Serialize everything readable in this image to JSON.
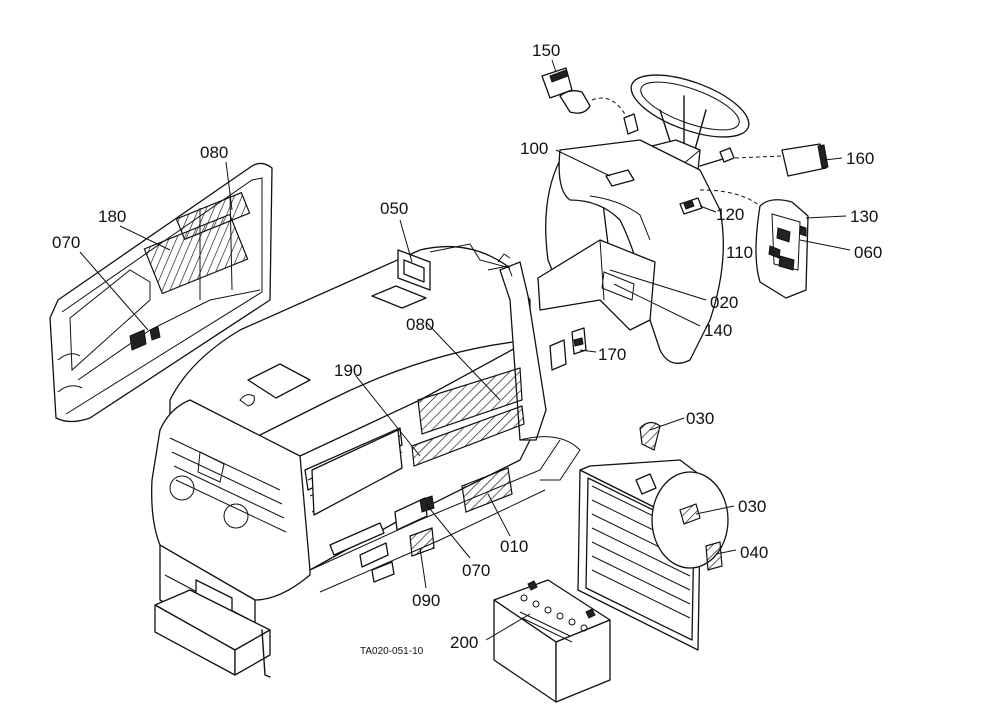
{
  "diagram": {
    "callouts": {
      "c150": "150",
      "c100": "100",
      "c160": "160",
      "c120": "120",
      "c130": "130",
      "c110": "110",
      "c060": "060",
      "c020": "020",
      "c140": "140",
      "c170": "170",
      "c050": "050",
      "c080_top": "080",
      "c180": "180",
      "c070_left": "070",
      "c080_mid": "080",
      "c190": "190",
      "c030_top": "030",
      "c030_mid": "030",
      "c040": "040",
      "c010": "010",
      "c070_bottom": "070",
      "c090": "090",
      "c200": "200"
    },
    "drawing_code": "TA020-051-10"
  }
}
